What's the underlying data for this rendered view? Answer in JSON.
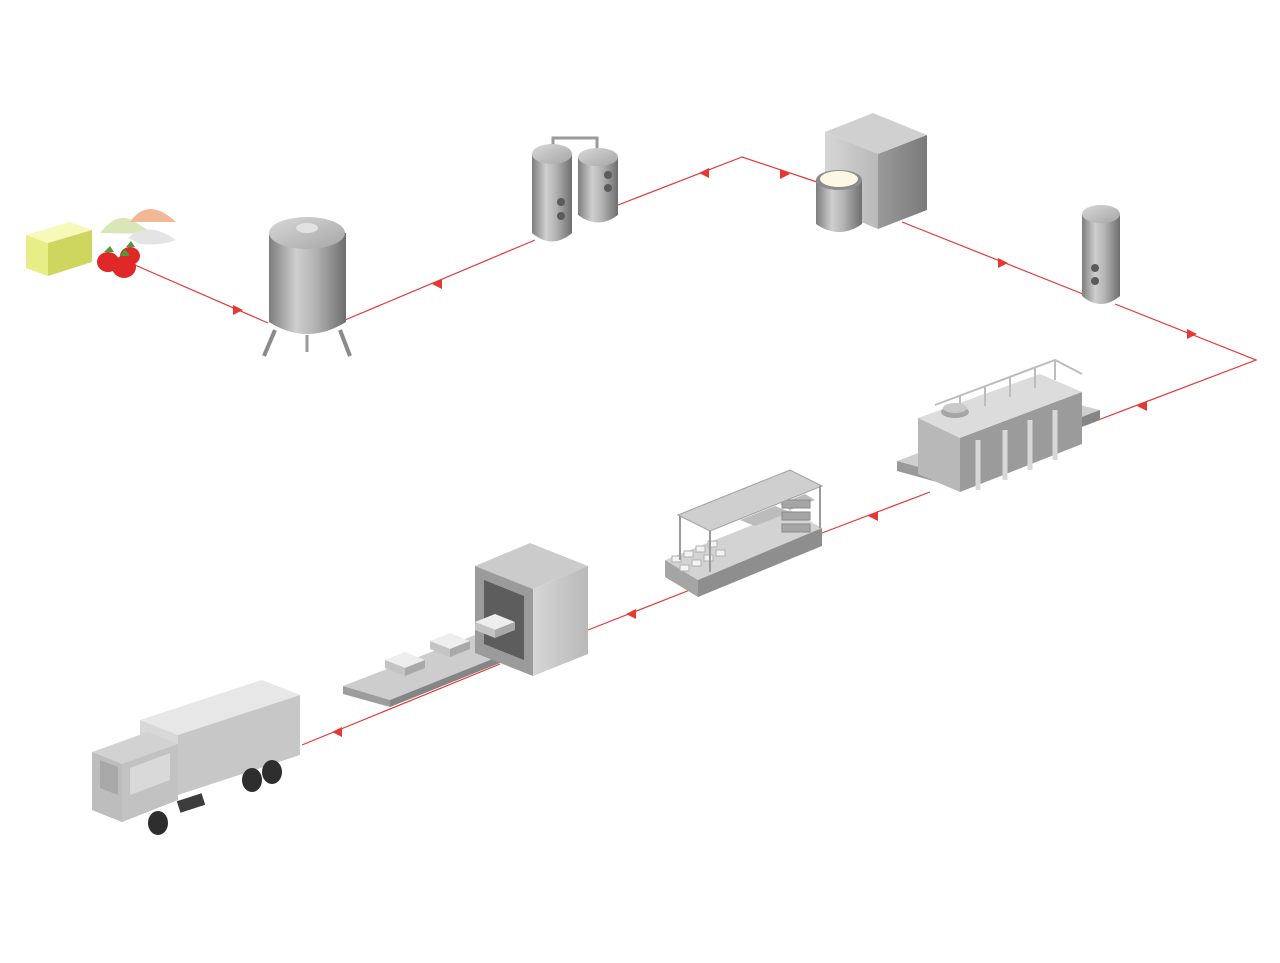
{
  "diagram": {
    "type": "process-flow",
    "flow_color": "#e53935",
    "machine_color": "#a8a8a8",
    "stages": [
      {
        "id": "ingredients",
        "icon": "raw-ingredients-icon"
      },
      {
        "id": "mixing-tank",
        "icon": "mixing-tank-icon"
      },
      {
        "id": "twin-tanks",
        "icon": "twin-tank-icon"
      },
      {
        "id": "freezer",
        "icon": "continuous-freezer-icon"
      },
      {
        "id": "ageing-tank",
        "icon": "ageing-tank-icon"
      },
      {
        "id": "filling-line",
        "icon": "filling-line-icon"
      },
      {
        "id": "packing-station",
        "icon": "packing-station-icon"
      },
      {
        "id": "hardening-tunnel",
        "icon": "hardening-tunnel-icon"
      },
      {
        "id": "delivery-truck",
        "icon": "truck-icon"
      }
    ]
  }
}
